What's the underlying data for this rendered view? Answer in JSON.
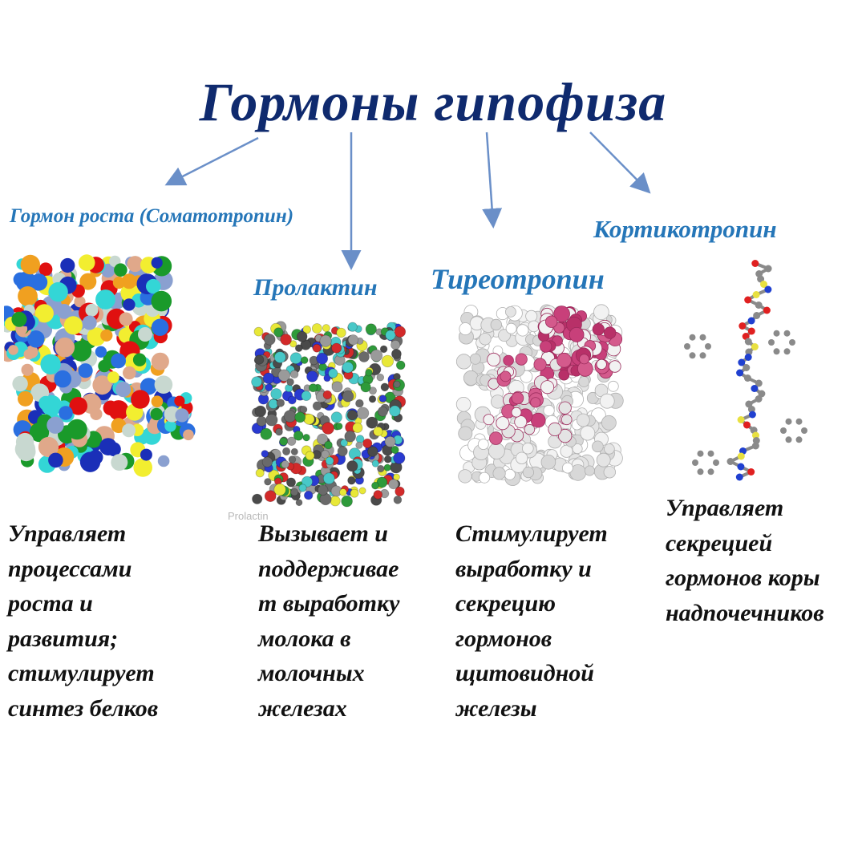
{
  "title": "Гормоны гипофиза",
  "colors": {
    "title": "#0f2a6e",
    "hormone_name": "#2576b8",
    "arrow": "#6a8fc8",
    "description": "#111111"
  },
  "hormones": [
    {
      "name": "Гормон роста (Соматотропин)",
      "image_icon": "growth-hormone-protein-model-icon",
      "description": "Управляет\nпроцессами\nроста и\nразвития;\nстимулирует\nсинтез белков"
    },
    {
      "name": "Пролактин",
      "image_icon": "prolactin-protein-model-icon",
      "image_caption": "Prolactin",
      "description": "Вызывает и\nподдерживае\nт выработку\nмолока в\nмолочных\nжелезах"
    },
    {
      "name": "Тиреотропин",
      "image_icon": "thyrotropin-protein-model-icon",
      "description": "Стимулирует\nвыработку и\nсекрецию\nгормонов\nщитовидной\nжелезы"
    },
    {
      "name": "Кортикотропин",
      "image_icon": "corticotropin-molecule-model-icon",
      "description": "Управляет\nсекрецией\nгормонов коры\nнадпочечников"
    }
  ]
}
